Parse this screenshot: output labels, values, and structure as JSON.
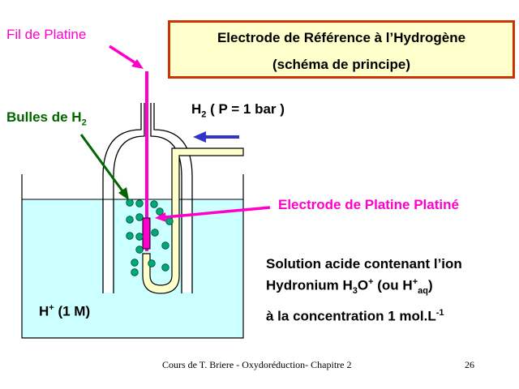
{
  "title": {
    "line1": "Electrode de Référence à l’Hydrogène",
    "line2": "(schéma de principe)"
  },
  "labels": {
    "fil_de_platine": "Fil de Platine",
    "bulles_text": "Bulles de H",
    "bulles_sub": "2",
    "h2_text": "H",
    "h2_sub": "2",
    "h2_pressure": " ( P = 1 bar )",
    "electrode_platine": "Electrode de Platine  Platiné",
    "solution_line1": "Solution acide contenant l’ion",
    "solution_line2_a": "Hydronium H",
    "solution_line2_sub1": "3",
    "solution_line2_b": "O",
    "solution_line2_sup1": "+",
    "solution_line2_c": " (ou H",
    "solution_line2_sup2": "+",
    "solution_line2_sub2": "aq",
    "solution_line2_d": ")",
    "concentration_a": "à la concentration 1 mol.L",
    "concentration_sup": "-1",
    "hplus_a": "H",
    "hplus_sup": "+",
    "hplus_b": " (1 M)"
  },
  "footer": {
    "course": "Cours de T. Briere - Oxydoréduction- Chapitre 2",
    "page": "26"
  },
  "colors": {
    "title_bg": "#ffffcc",
    "title_border": "#cc3300",
    "magenta": "#ff00cc",
    "green_label": "#006600",
    "arrow_blue": "#3333cc",
    "solution": "#ccffff",
    "bubble": "#00aa77",
    "tube": "#ffffcc"
  }
}
